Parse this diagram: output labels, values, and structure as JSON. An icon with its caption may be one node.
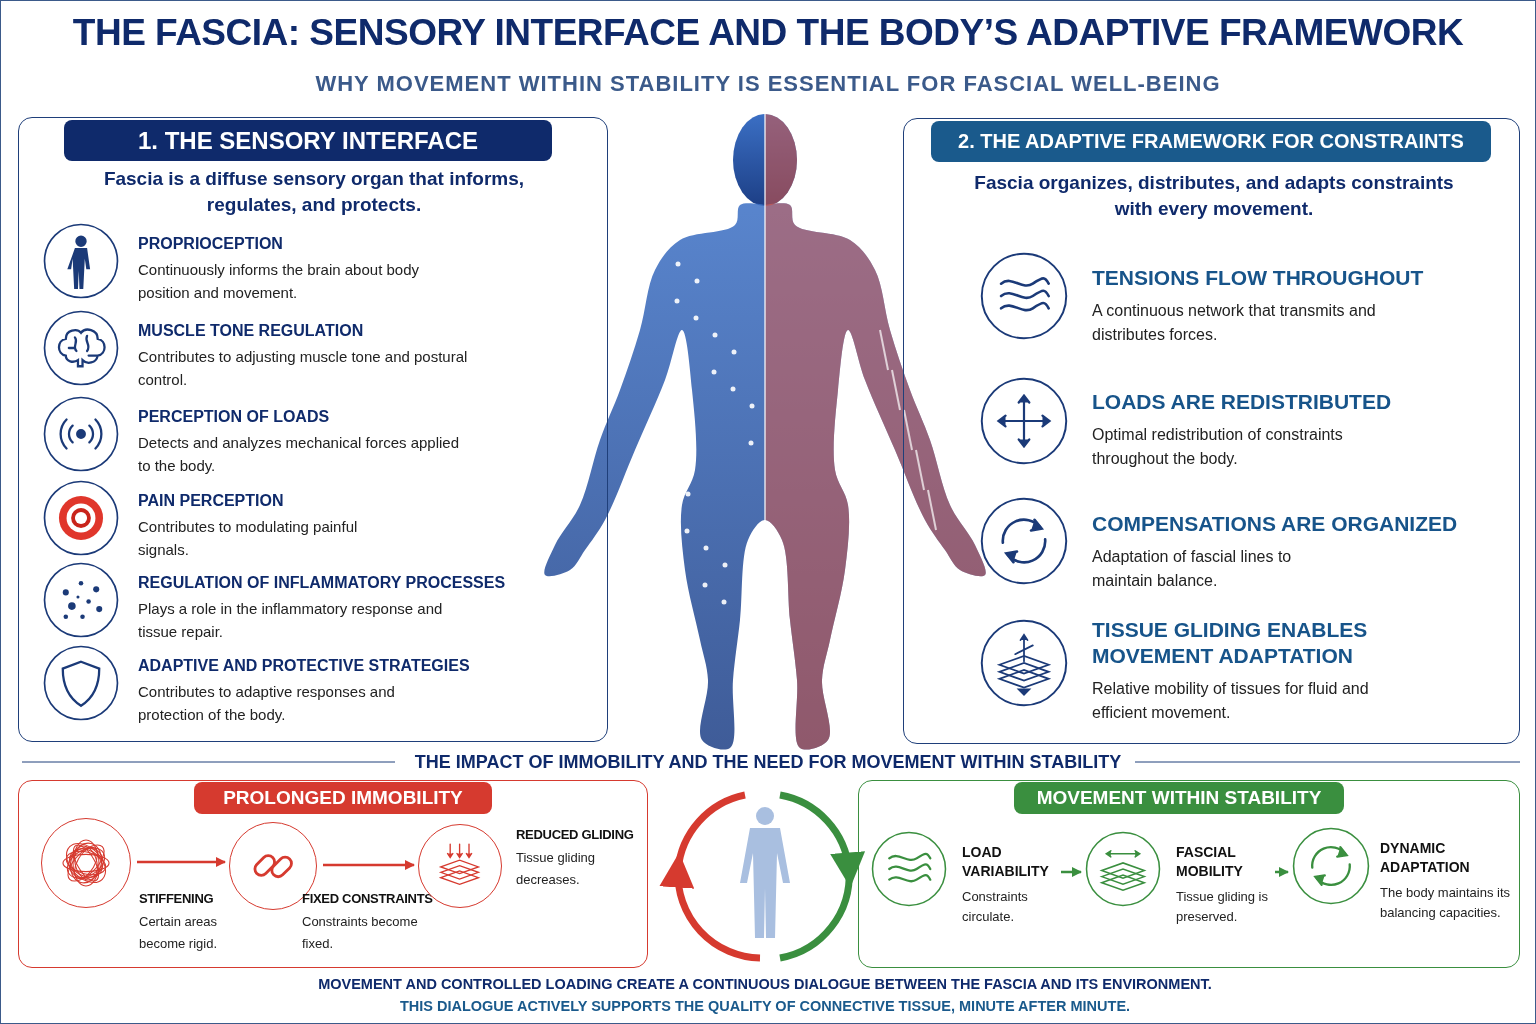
{
  "diagram": {
    "title": "THE FASCIA: SENSORY INTERFACE AND THE BODY’S ADAPTIVE FRAMEWORK",
    "nodes": [
      {
        "text": [
          "1. THE SENSORY INTERFACE",
          "Fascia is a diffuse sensory organ that informs, regulates, and protects."
        ]
      },
      {
        "text": [
          "PROPRIOCEPTION",
          "Continuously informs the brain about body position and movement."
        ],
        "in": 0
      },
      {
        "text": [
          "MUSCLE TONE REGULATION",
          "Contributes to adjusting muscle tone and postural control."
        ],
        "in": 0
      },
      {
        "text": [
          "PERCEPTION OF LOADS",
          "Detects and analyzes mechanical forces applied to the body."
        ],
        "in": 0
      },
      {
        "text": [
          "PAIN PERCEPTION",
          "Contributes to modulating painful signals."
        ],
        "in": 0
      },
      {
        "text": [
          "REGULATION OF INFLAMMATORY PROCESSES",
          "Plays a role in the inflammatory response and tissue repair."
        ],
        "in": 0
      },
      {
        "text": [
          "ADAPTIVE AND PROTECTIVE STRATEGIES",
          "Contributes to adaptive responses and protection of the body."
        ],
        "in": 0
      },
      {
        "text": [
          "2. THE ADAPTIVE FRAMEWORK FOR CONSTRAINTS",
          "Fascia organizes, distributes, and adapts constraints with every movement."
        ]
      },
      {
        "text": [
          "TENSIONS FLOW THROUGHOUT",
          "A continuous network that transmits and distributes forces."
        ],
        "in": 7
      },
      {
        "text": [
          "LOADS ARE REDISTRIBUTED",
          "Optimal redistribution of constraints throughout the body."
        ],
        "in": 7
      },
      {
        "text": [
          "COMPENSATIONS ARE ORGANIZED",
          "Adaptation of fascial lines to maintain balance."
        ],
        "in": 7
      },
      {
        "text": [
          "TISSUE GLIDING ENABLES MOVEMENT ADAPTATION",
          "Relative mobility of tissues for fluid and efficient movement."
        ],
        "in": 7
      },
      {
        "text": [
          "PROLONGED IMMOBILITY"
        ]
      },
      {
        "text": [],
        "shape": "circle",
        "in": 12,
        "beside": [
          "STIFFENING",
          "Certain areas become rigid."
        ]
      },
      {
        "text": [],
        "shape": "circle",
        "in": 12,
        "beside": [
          "FIXED CONSTRAINTS",
          "Constraints become fixed."
        ]
      },
      {
        "text": [],
        "shape": "circle",
        "in": 12,
        "beside": [
          "REDUCED GLIDING",
          "Tissue gliding decreases."
        ]
      },
      {
        "text": [
          "MOVEMENT WITHIN STABILITY"
        ]
      },
      {
        "text": [
          "LOAD VARIABILITY",
          "Constraints circulate."
        ],
        "in": 16
      },
      {
        "text": [
          "FASCIAL MOBILITY",
          "Tissue gliding is preserved."
        ],
        "in": 16
      },
      {
        "text": [
          "DYNAMIC ADAPTATION",
          "The body maintains its balancing capacities."
        ],
        "in": 16
      }
    ],
    "edges": [
      {
        "from": 13,
        "to": 14,
        "arrow": "to",
        "color": "#d63a2f"
      },
      {
        "from": 14,
        "to": 15,
        "arrow": "to",
        "color": "#d63a2f"
      },
      {
        "from": 17,
        "to": 18,
        "arrow": "to",
        "color": "#3a8f3f"
      },
      {
        "from": 18,
        "to": 19,
        "arrow": "to",
        "color": "#3a8f3f"
      }
    ],
    "labels": [
      "WHY MOVEMENT WITHIN STABILITY IS ESSENTIAL FOR FASCIAL WELL-BEING",
      "THE IMPACT OF IMMOBILITY AND THE NEED FOR MOVEMENT WITHIN STABILITY",
      "MOVEMENT AND CONTROLLED LOADING CREATE A CONTINUOUS DIALOGUE BETWEEN THE FASCIA AND ITS ENVIRONMENT.",
      "THIS DIALOGUE ACTIVELY SUPPORTS THE QUALITY OF CONNECTIVE TISSUE, MINUTE AFTER MINUTE."
    ]
  }
}
